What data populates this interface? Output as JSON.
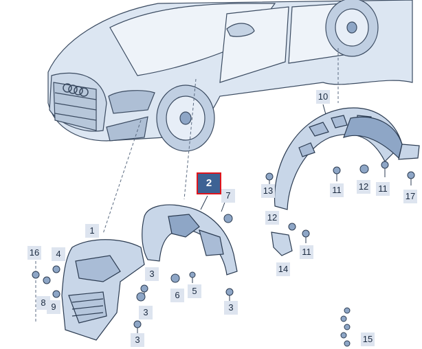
{
  "callouts": [
    {
      "id": "c2",
      "label": "2",
      "active": true
    },
    {
      "id": "c10",
      "label": "10"
    },
    {
      "id": "c7",
      "label": "7"
    },
    {
      "id": "c1",
      "label": "1"
    },
    {
      "id": "c16",
      "label": "16"
    },
    {
      "id": "c4",
      "label": "4"
    },
    {
      "id": "c3a",
      "label": "3"
    },
    {
      "id": "c6",
      "label": "6"
    },
    {
      "id": "c5",
      "label": "5"
    },
    {
      "id": "c3b",
      "label": "3"
    },
    {
      "id": "c3c",
      "label": "3"
    },
    {
      "id": "c3d",
      "label": "3"
    },
    {
      "id": "c8",
      "label": "8"
    },
    {
      "id": "c9",
      "label": "9"
    },
    {
      "id": "c13",
      "label": "13"
    },
    {
      "id": "c11a",
      "label": "11"
    },
    {
      "id": "c12a",
      "label": "12"
    },
    {
      "id": "c11b",
      "label": "11"
    },
    {
      "id": "c17",
      "label": "17"
    },
    {
      "id": "c12b",
      "label": "12"
    },
    {
      "id": "c11c",
      "label": "11"
    },
    {
      "id": "c14",
      "label": "14"
    },
    {
      "id": "c15",
      "label": "15"
    }
  ],
  "colors": {
    "callout_bg": "#dde4ef",
    "callout_active_bg": "#3d6294",
    "callout_active_border": "#e0141c",
    "part_fill": "#c8d6e8",
    "part_dark": "#8ea6c6",
    "line": "#3a4a60"
  }
}
